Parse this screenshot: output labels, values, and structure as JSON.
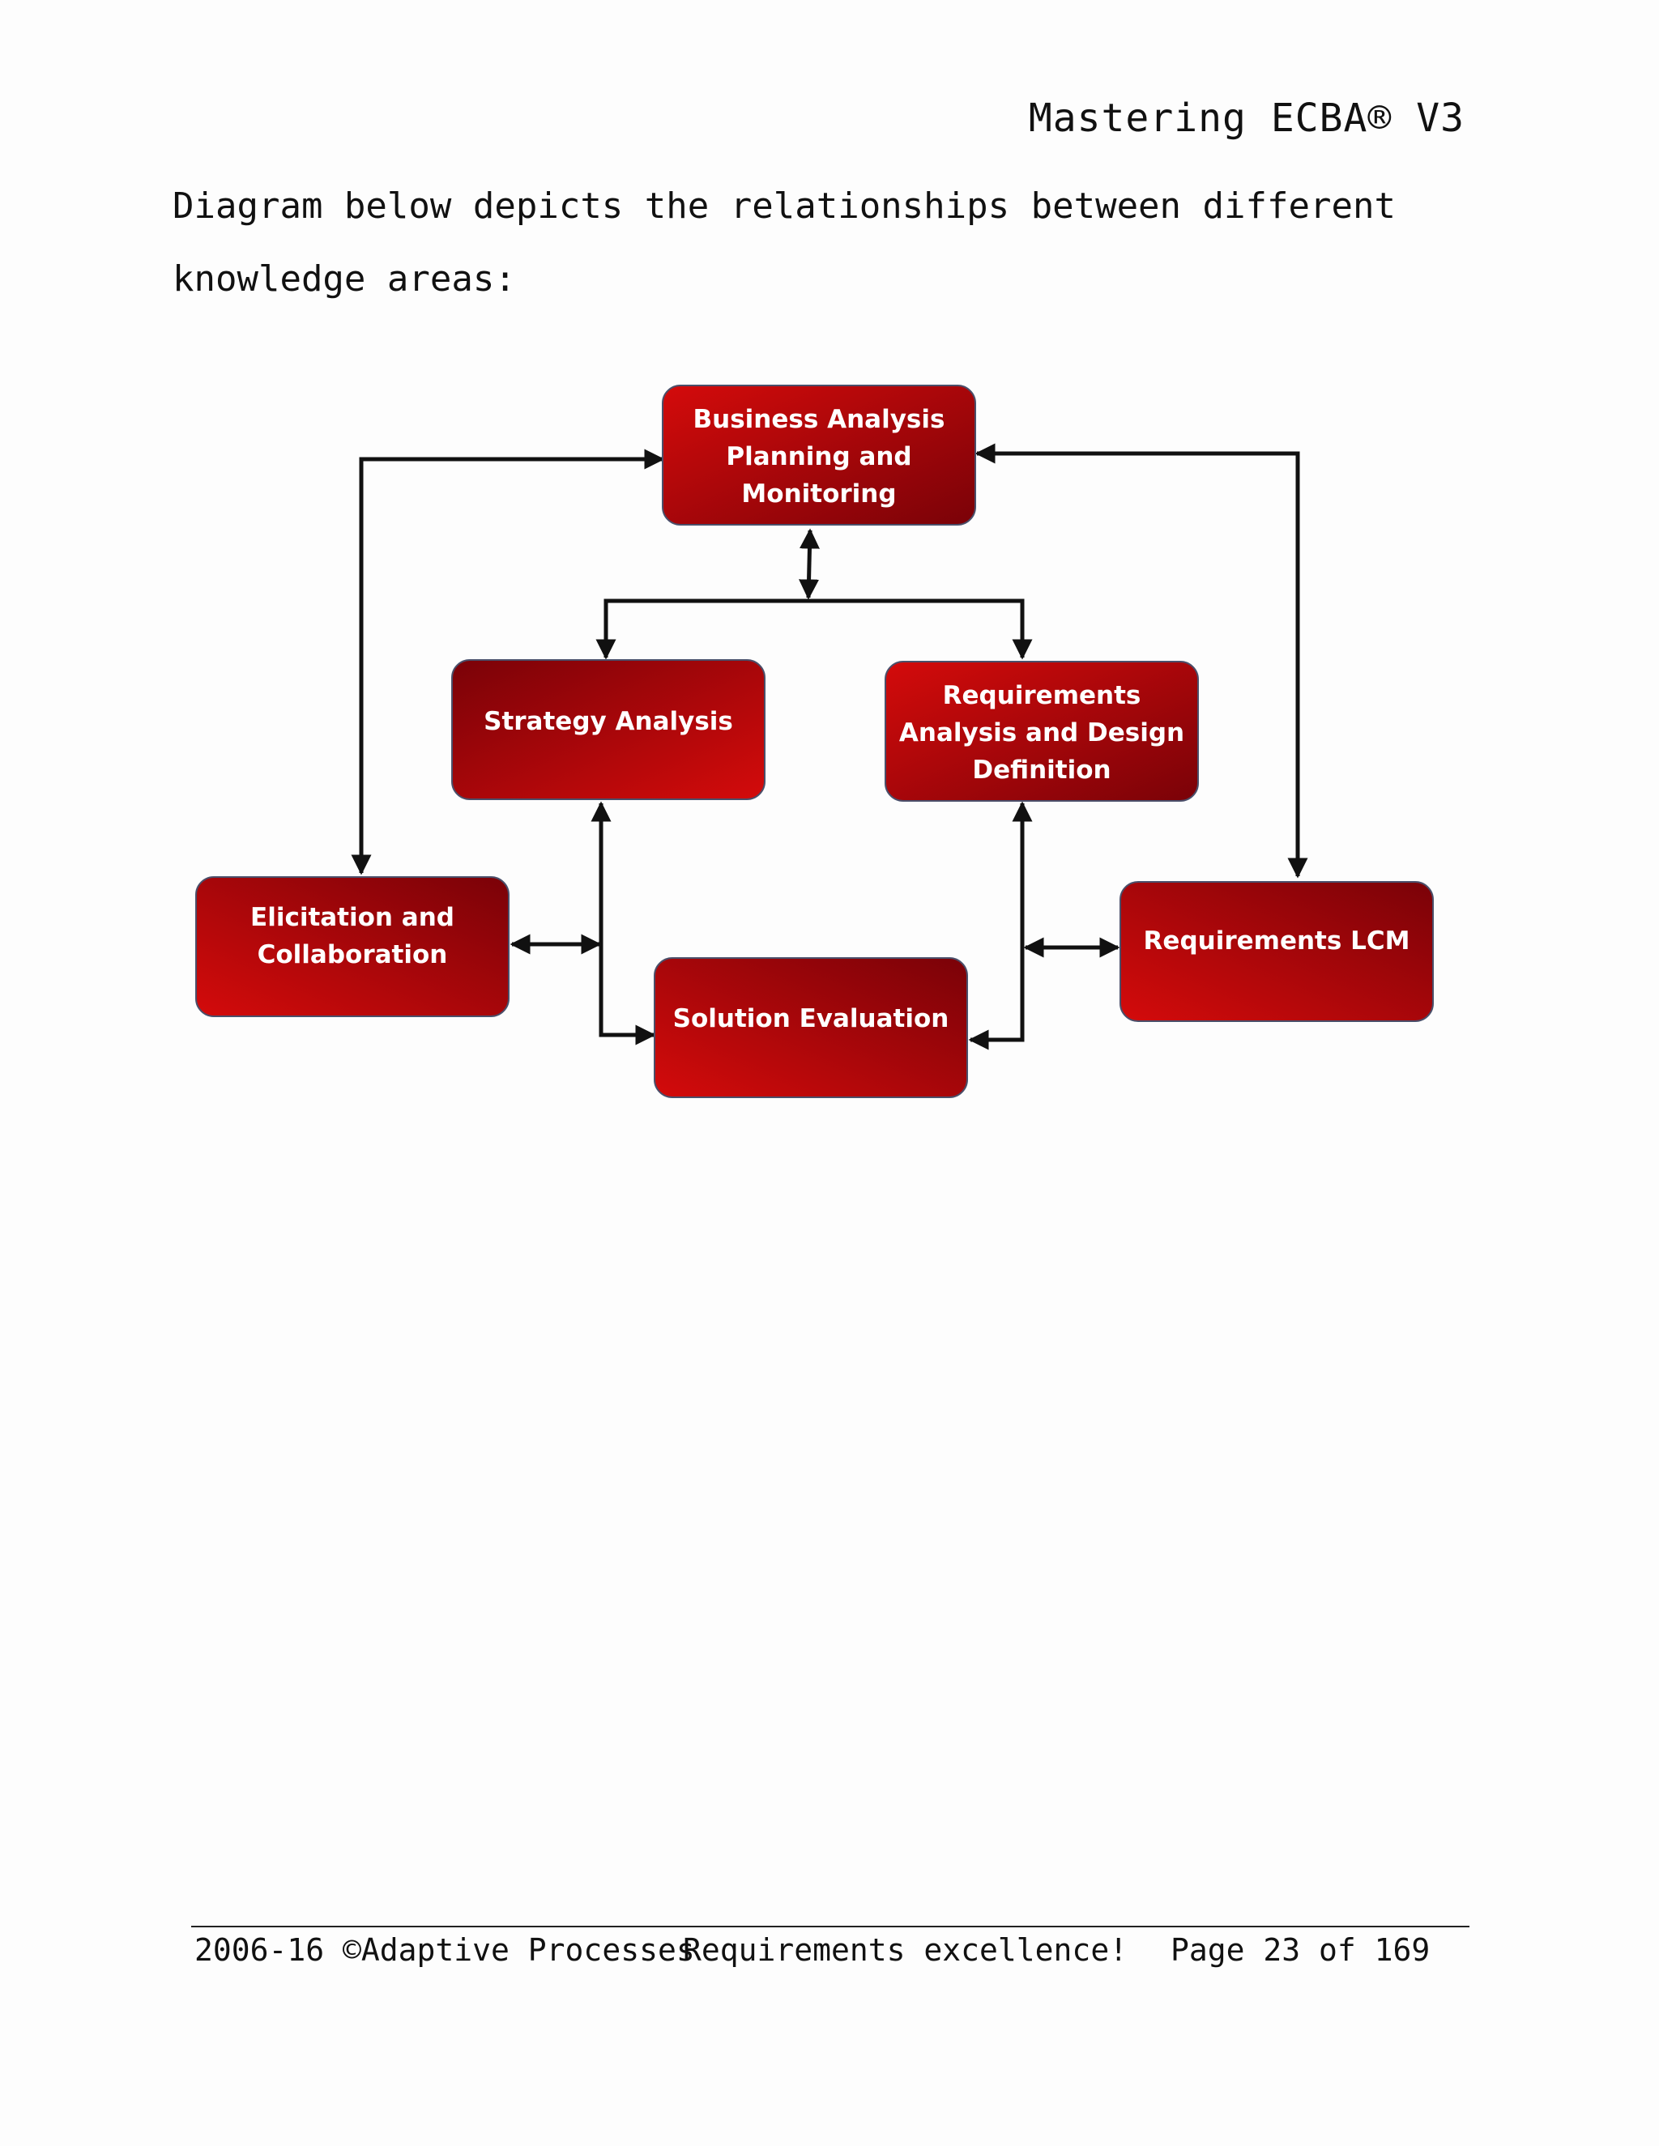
{
  "header": {
    "title": "Mastering ECBA® V3"
  },
  "intro": {
    "line1": "Diagram below depicts the relationships between different",
    "line2": "knowledge areas:"
  },
  "diagram": {
    "nodes": {
      "planning": [
        "Business Analysis",
        "Planning and",
        "Monitoring"
      ],
      "strategy": [
        "Strategy Analysis"
      ],
      "radd": [
        "Requirements",
        "Analysis and Design",
        "Definition"
      ],
      "elicitation": [
        "Elicitation and",
        "Collaboration"
      ],
      "solution": [
        "Solution Evaluation"
      ],
      "lcm": [
        "Requirements LCM"
      ]
    },
    "colors": {
      "box_light": "#c90a0a",
      "box_dark": "#7a0208",
      "box_border": "#4a4f6a",
      "arrow": "#111111"
    }
  },
  "footer": {
    "copyright": "2006-16 ©Adaptive Processes",
    "tagline": "Requirements excellence!",
    "page": "Page 23 of 169"
  }
}
